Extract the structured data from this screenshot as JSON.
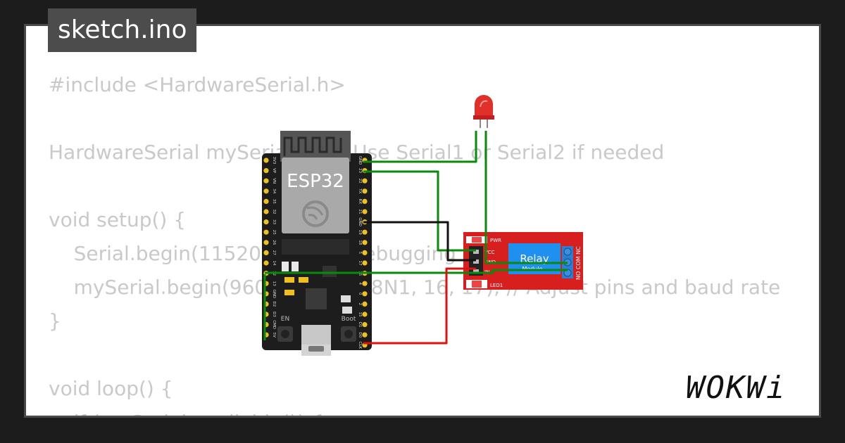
{
  "file_tab": {
    "label": "sketch.ino"
  },
  "code_lines": [
    "#include <HardwareSerial.h>",
    "",
    "HardwareSerial mySerial(1); // Use Serial1 or Serial2 if needed",
    "",
    "void setup() {",
    "    Serial.begin(115200); // For debugging",
    "    mySerial.begin(9600, SERIAL_8N1, 16, 17); // Adjust pins and baud rate",
    "}",
    "",
    "void loop() {",
    "    if (mySerial.available()) {"
  ],
  "board": {
    "chip_label": "ESP32",
    "left_pins": [
      "3V3",
      "VP",
      "VN",
      "34",
      "35",
      "32",
      "33",
      "25",
      "26",
      "27",
      "14",
      "12",
      "13",
      "GND",
      "D2",
      "D3",
      "CMD",
      "5V"
    ],
    "right_pins": [
      "GND",
      "23",
      "22",
      "TX",
      "RX",
      "21",
      "GND",
      "19",
      "18",
      "5",
      "17",
      "16",
      "4",
      "0",
      "2",
      "15",
      "D1",
      "D0",
      "CLK"
    ],
    "button_en": "EN",
    "button_boot": "Boot"
  },
  "relay": {
    "pins": [
      "VCC",
      "GND",
      "IN"
    ],
    "pwr_label": "PWR",
    "led_label": "LED1",
    "title": "Relay",
    "subtitle": "Module",
    "terminals": "NO COM NC"
  },
  "brand": {
    "name": "WOKWi"
  },
  "colors": {
    "wire_green": "#0a8a0a",
    "wire_red": "#e01010",
    "wire_black": "#111111",
    "relay_red": "#d81f1f",
    "relay_blue": "#1f8ff0",
    "led_red": "#e0302a",
    "board_black": "#1d1d1d",
    "chip_gray": "#a9a9a9",
    "antenna_gray": "#555555"
  }
}
